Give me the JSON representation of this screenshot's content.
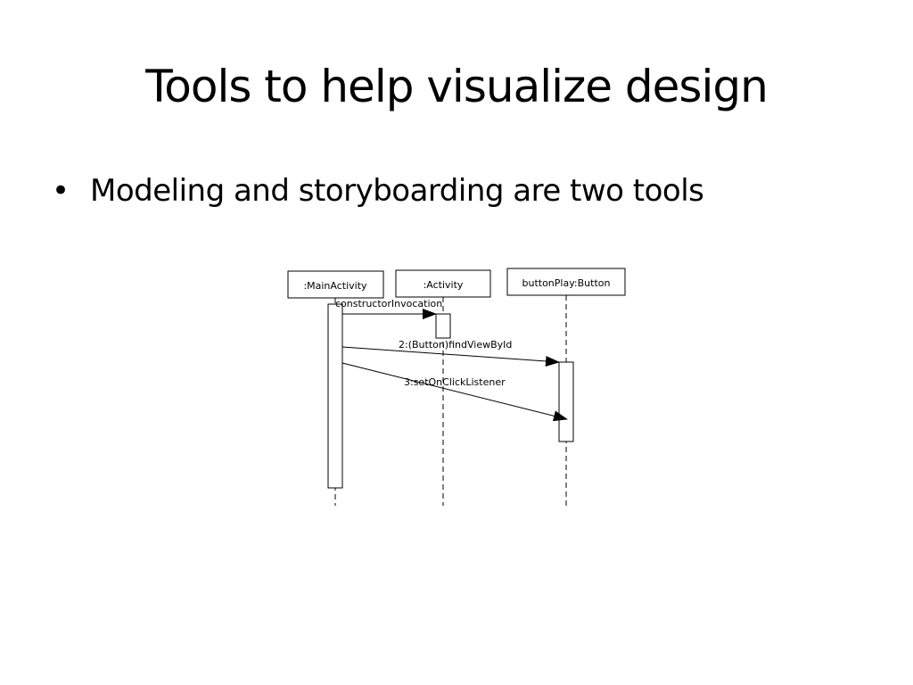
{
  "slide": {
    "title": "Tools to help visualize design",
    "bullets": [
      {
        "marker": "•",
        "text": "Modeling and storyboarding are two tools"
      }
    ]
  },
  "diagram": {
    "lifelines": [
      {
        "label": ":MainActivity"
      },
      {
        "label": ":Activity"
      },
      {
        "label": "buttonPlay:Button"
      }
    ],
    "messages": [
      {
        "label": "constructorInvocation"
      },
      {
        "label": "2:(Button)findViewById"
      },
      {
        "label": "3:setOnClickListener"
      }
    ]
  }
}
